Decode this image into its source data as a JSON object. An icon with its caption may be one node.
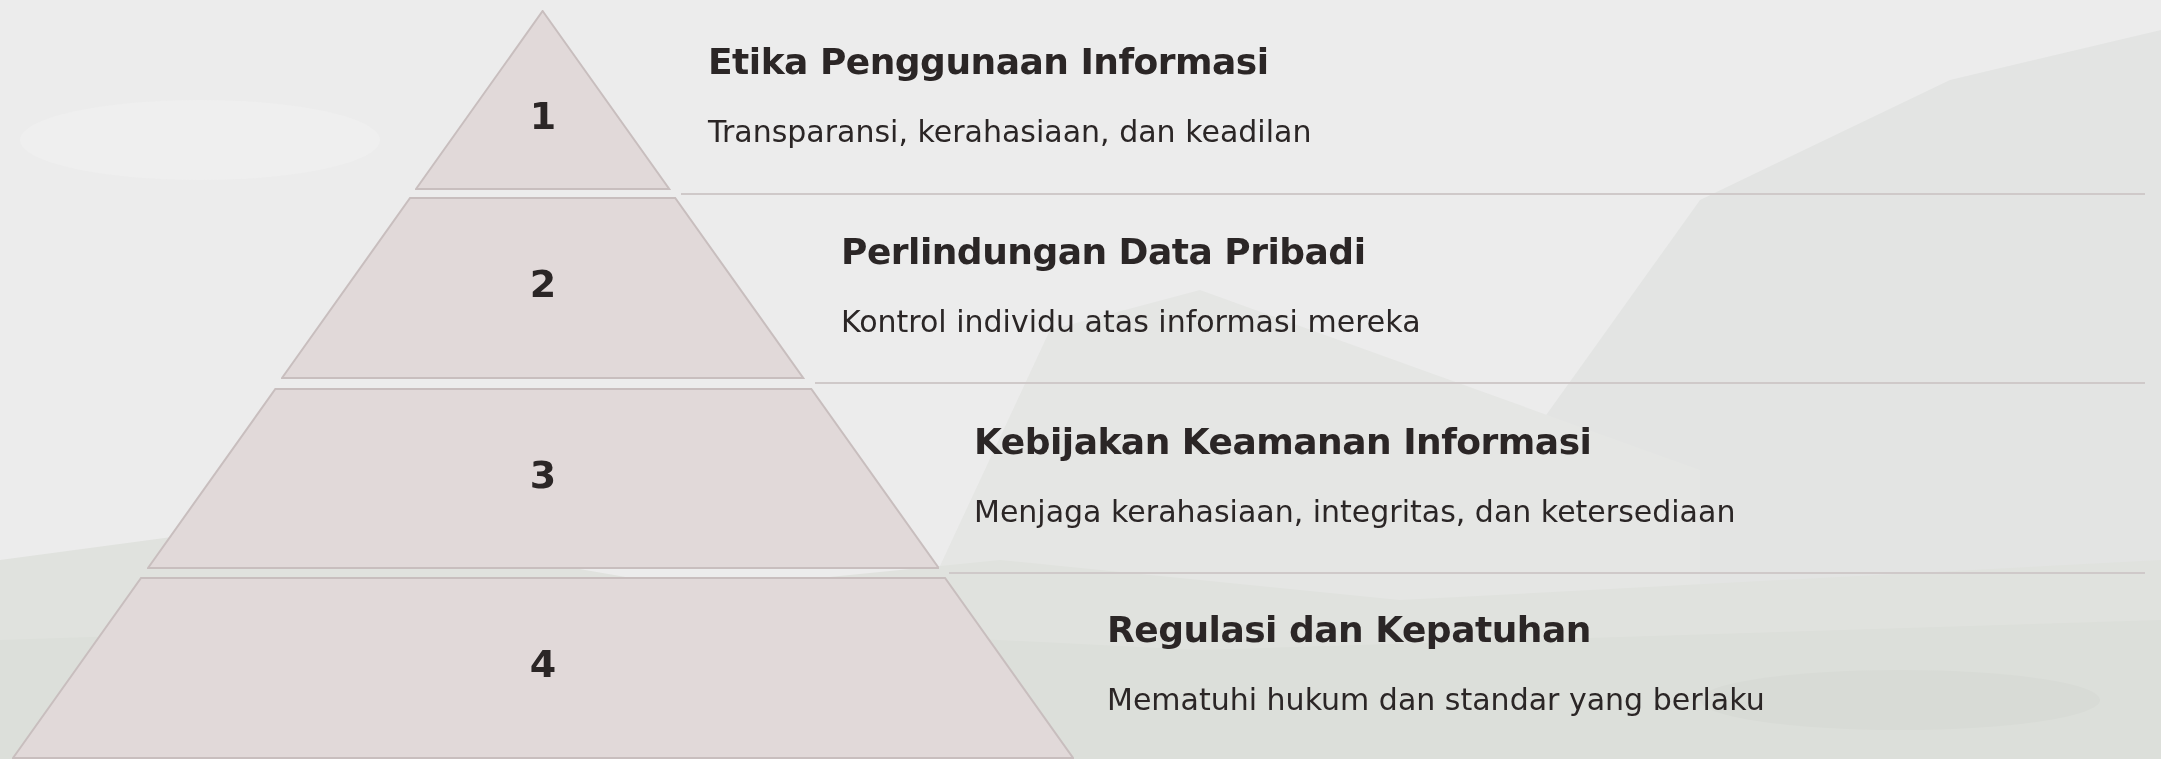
{
  "diagram": {
    "nodes": [
      {
        "text": [
          "1"
        ],
        "beside": [
          "Etika Penggunaan Informasi",
          "Transparansi, kerahasiaan, dan keadilan"
        ]
      },
      {
        "text": [
          "2"
        ],
        "beside": [
          "Perlindungan Data Pribadi",
          "Kontrol individu atas informasi mereka"
        ]
      },
      {
        "text": [
          "3"
        ],
        "beside": [
          "Kebijakan Keamanan Informasi",
          "Menjaga kerahasiaan, integritas, dan ketersediaan"
        ]
      },
      {
        "text": [
          "4"
        ],
        "beside": [
          "Regulasi dan Kepatuhan",
          "Mematuhi hukum dan standar yang berlaku"
        ]
      }
    ]
  }
}
